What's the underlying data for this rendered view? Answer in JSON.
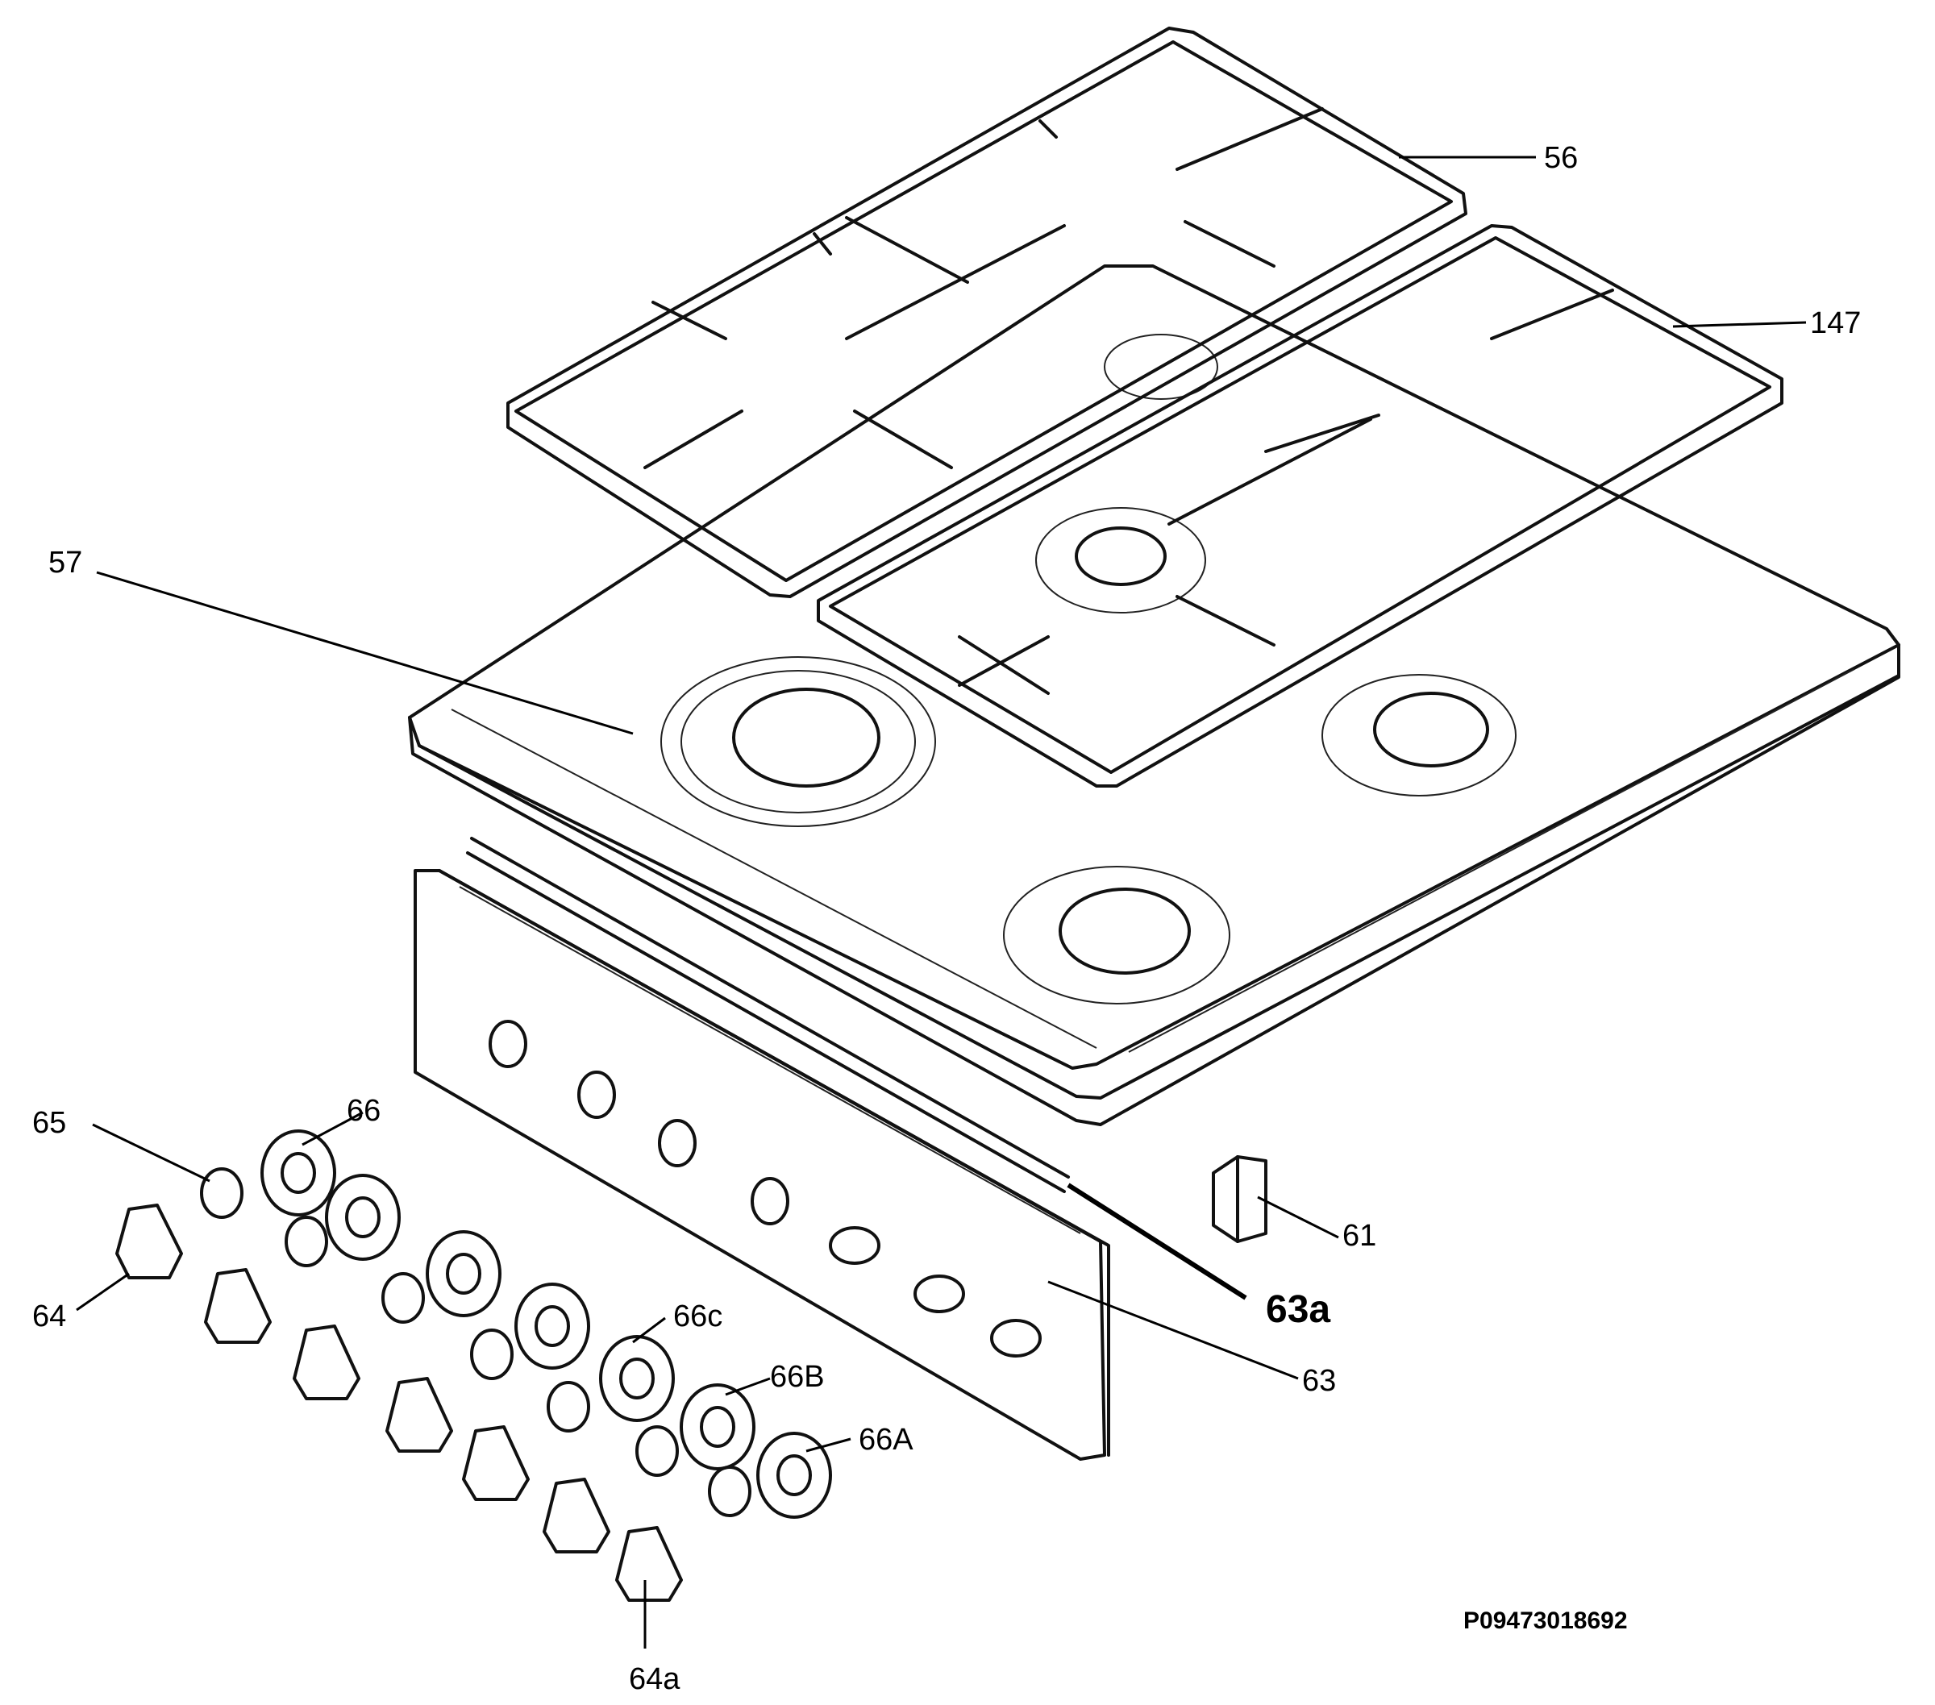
{
  "callouts": {
    "p56": "56",
    "p147": "147",
    "p57": "57",
    "p65": "65",
    "p66": "66",
    "p64": "64",
    "p66c": "66c",
    "p66b": "66B",
    "p66a": "66A",
    "p64a": "64a",
    "p61": "61",
    "p63a": "63a",
    "p63": "63"
  },
  "drawing_code": "P09473018692"
}
